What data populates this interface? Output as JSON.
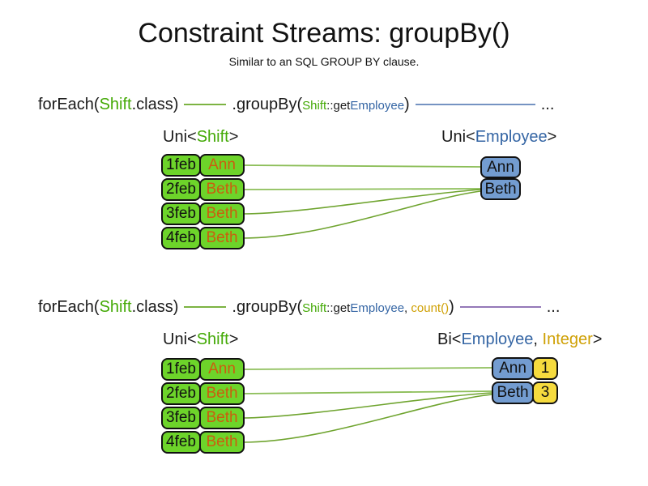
{
  "slide": {
    "title": "Constraint Streams: groupBy()",
    "subtitle": "Similar to an SQL GROUP BY clause."
  },
  "colors": {
    "class_green": "#43A905",
    "employee_blue": "#3465A4",
    "integer_gold": "#CFA004",
    "name_orange": "#CB5D0F",
    "shift_box_green": "#6DD42A",
    "employee_box_blue": "#739CD0",
    "count_box_yellow": "#F6DB3E",
    "wire_green": "#7CB342",
    "wire_blue": "#7593C2",
    "wire_purple": "#9478B8"
  },
  "example1": {
    "code": {
      "foreach_open": "forEach(",
      "foreach_arg": "Shift",
      "foreach_close": ".class)",
      "groupby_open": ".groupBy(",
      "arg_class": "Shift",
      "arg_accessor": "::get",
      "arg_type": "Employee",
      "groupby_close": ")",
      "ellipsis": "..."
    },
    "source_type": {
      "prefix": "Uni<",
      "param": "Shift",
      "suffix": ">"
    },
    "target_type": {
      "prefix": "Uni<",
      "param": "Employee",
      "suffix": ">"
    },
    "shifts": [
      {
        "date": "1feb",
        "employee": "Ann"
      },
      {
        "date": "2feb",
        "employee": "Beth"
      },
      {
        "date": "3feb",
        "employee": "Beth"
      },
      {
        "date": "4feb",
        "employee": "Beth"
      }
    ],
    "groups": [
      {
        "employee": "Ann"
      },
      {
        "employee": "Beth"
      }
    ]
  },
  "example2": {
    "code": {
      "foreach_open": "forEach(",
      "foreach_arg": "Shift",
      "foreach_close": ".class)",
      "groupby_open": ".groupBy(",
      "arg_class": "Shift",
      "arg_accessor": "::get",
      "arg_type": "Employee",
      "arg_separator": ", ",
      "arg_collector": "count()",
      "groupby_close": ")",
      "ellipsis": "..."
    },
    "source_type": {
      "prefix": "Uni<",
      "param": "Shift",
      "suffix": ">"
    },
    "target_type": {
      "prefix": "Bi<",
      "param1": "Employee",
      "separator": ", ",
      "param2": "Integer",
      "suffix": ">"
    },
    "shifts": [
      {
        "date": "1feb",
        "employee": "Ann"
      },
      {
        "date": "2feb",
        "employee": "Beth"
      },
      {
        "date": "3feb",
        "employee": "Beth"
      },
      {
        "date": "4feb",
        "employee": "Beth"
      }
    ],
    "groups": [
      {
        "employee": "Ann",
        "count": "1"
      },
      {
        "employee": "Beth",
        "count": "3"
      }
    ]
  }
}
